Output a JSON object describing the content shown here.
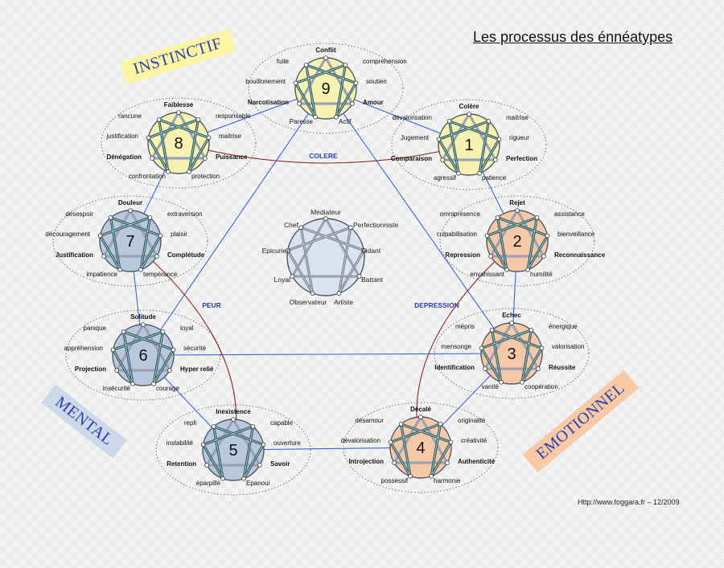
{
  "title": "Les processus des énnéatypes",
  "credit": "Http://www.foggara.fr  – 12/2009",
  "bands": {
    "instinctif": "INSTINCTIF",
    "mental": "MENTAL",
    "emotionnel": "EMOTIONNEL"
  },
  "processes": {
    "colere": "COLERE",
    "peur": "PEUR",
    "depression": "DEPRESSION"
  },
  "center_types": [
    "Mediateur",
    "Perfectionniste",
    "Aidant",
    "Battant",
    "Artiste",
    "Observateur",
    "Loyal",
    "Epicurien",
    "Chef"
  ],
  "colors": {
    "instinctif": "#f8f2b0",
    "mental": "#b9c8dc",
    "emotionnel": "#f5c8a8",
    "center": "#dde3ee",
    "link_blue": "#3a66d8",
    "link_red": "#8a2a2a"
  },
  "types": [
    {
      "number": "9",
      "group": "instinctif",
      "labels": [
        {
          "t": "Conflit",
          "b": true
        },
        {
          "t": "fuite",
          "b": false
        },
        {
          "t": "compréhension",
          "b": false
        },
        {
          "t": "bouillonement",
          "b": false
        },
        {
          "t": "soutien",
          "b": false
        },
        {
          "t": "Narcotisation",
          "b": true
        },
        {
          "t": "Amour",
          "b": true
        },
        {
          "t": "Paresse",
          "b": false
        },
        {
          "t": "Actif",
          "b": false
        }
      ]
    },
    {
      "number": "1",
      "group": "instinctif",
      "labels": [
        {
          "t": "Colère",
          "b": true
        },
        {
          "t": "dévalorisation",
          "b": false
        },
        {
          "t": "maitrise",
          "b": false
        },
        {
          "t": "Jugement",
          "b": false
        },
        {
          "t": "rigueur",
          "b": false
        },
        {
          "t": "Comparaison",
          "b": true
        },
        {
          "t": "Perfection",
          "b": true
        },
        {
          "t": "agressif",
          "b": false
        },
        {
          "t": "patience",
          "b": false
        }
      ]
    },
    {
      "number": "2",
      "group": "emotionnel",
      "labels": [
        {
          "t": "Rejet",
          "b": true
        },
        {
          "t": "omniprésence",
          "b": false
        },
        {
          "t": "assistance",
          "b": false
        },
        {
          "t": "culpabilisation",
          "b": false
        },
        {
          "t": "bienveillance",
          "b": false
        },
        {
          "t": "Repression",
          "b": true
        },
        {
          "t": "Reconnaissance",
          "b": true
        },
        {
          "t": "envahissant",
          "b": false
        },
        {
          "t": "humilité",
          "b": false
        }
      ]
    },
    {
      "number": "3",
      "group": "emotionnel",
      "labels": [
        {
          "t": "Echec",
          "b": true
        },
        {
          "t": "mépris",
          "b": false
        },
        {
          "t": "énergique",
          "b": false
        },
        {
          "t": "mensonge",
          "b": false
        },
        {
          "t": "valorisation",
          "b": false
        },
        {
          "t": "Identification",
          "b": true
        },
        {
          "t": "Réussite",
          "b": true
        },
        {
          "t": "vanité",
          "b": false
        },
        {
          "t": "coopération",
          "b": false
        }
      ]
    },
    {
      "number": "4",
      "group": "emotionnel",
      "labels": [
        {
          "t": "Décalé",
          "b": true
        },
        {
          "t": "désamour",
          "b": false
        },
        {
          "t": "originalité",
          "b": false
        },
        {
          "t": "dévalorisation",
          "b": false
        },
        {
          "t": "créativité",
          "b": false
        },
        {
          "t": "Introjection",
          "b": true
        },
        {
          "t": "Authenticité",
          "b": true
        },
        {
          "t": "possessif",
          "b": false
        },
        {
          "t": "harmonie",
          "b": false
        }
      ]
    },
    {
      "number": "5",
      "group": "mental",
      "labels": [
        {
          "t": "Inexistence",
          "b": true
        },
        {
          "t": "repli",
          "b": false
        },
        {
          "t": "capable",
          "b": false
        },
        {
          "t": "instabilité",
          "b": false
        },
        {
          "t": "ouverture",
          "b": false
        },
        {
          "t": "Retention",
          "b": true
        },
        {
          "t": "Savoir",
          "b": true
        },
        {
          "t": "éparpillé",
          "b": false
        },
        {
          "t": "Epanoui",
          "b": false
        }
      ]
    },
    {
      "number": "6",
      "group": "mental",
      "labels": [
        {
          "t": "Solitude",
          "b": true
        },
        {
          "t": "panique",
          "b": false
        },
        {
          "t": "loyal",
          "b": false
        },
        {
          "t": "appréhension",
          "b": false
        },
        {
          "t": "sécurité",
          "b": false
        },
        {
          "t": "Projection",
          "b": true
        },
        {
          "t": "Hyper relié",
          "b": true
        },
        {
          "t": "insécurité",
          "b": false
        },
        {
          "t": "courage",
          "b": false
        }
      ]
    },
    {
      "number": "7",
      "group": "mental",
      "labels": [
        {
          "t": "Douleur",
          "b": true
        },
        {
          "t": "désespoir",
          "b": false
        },
        {
          "t": "extraversion",
          "b": false
        },
        {
          "t": "découragement",
          "b": false
        },
        {
          "t": "plaisir",
          "b": false
        },
        {
          "t": "Justification",
          "b": true
        },
        {
          "t": "Complétude",
          "b": true
        },
        {
          "t": "impatience",
          "b": false
        },
        {
          "t": "tempérance",
          "b": false
        }
      ]
    },
    {
      "number": "8",
      "group": "instinctif",
      "labels": [
        {
          "t": "Faiblesse",
          "b": true
        },
        {
          "t": "rancune",
          "b": false
        },
        {
          "t": "responsable",
          "b": false
        },
        {
          "t": "justification",
          "b": false
        },
        {
          "t": "maitrise",
          "b": false
        },
        {
          "t": "Dénégation",
          "b": true
        },
        {
          "t": "Puissance",
          "b": true
        },
        {
          "t": "confrontation",
          "b": false
        },
        {
          "t": "protection",
          "b": false
        }
      ]
    }
  ]
}
